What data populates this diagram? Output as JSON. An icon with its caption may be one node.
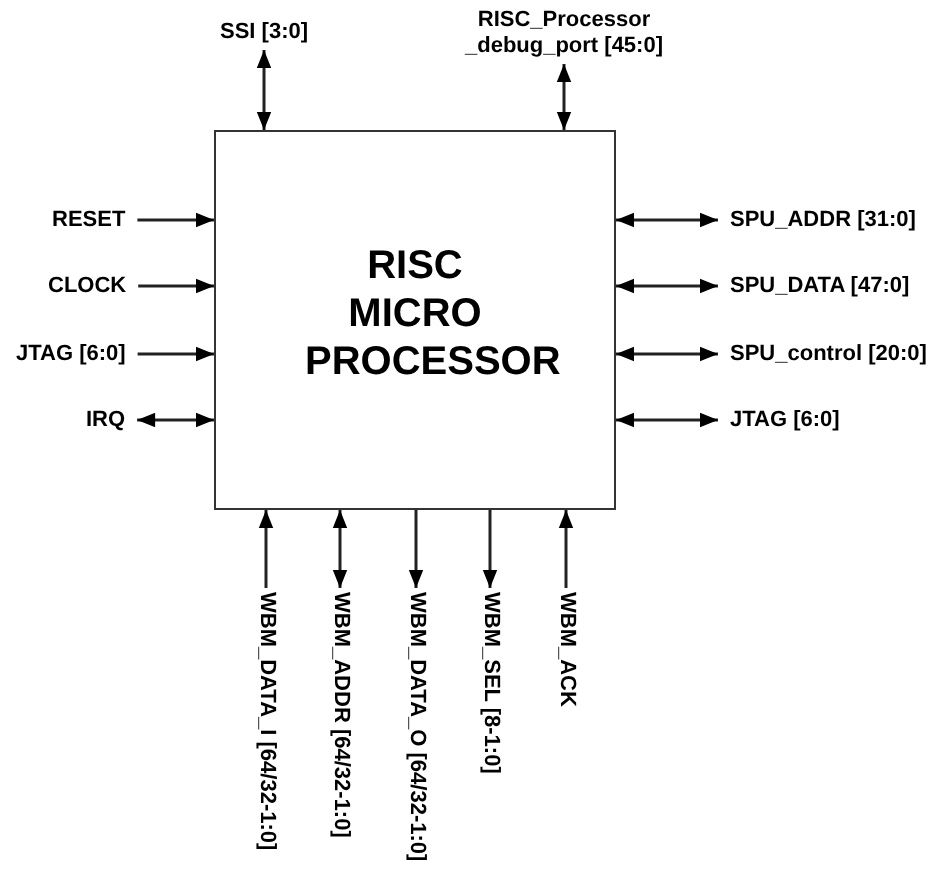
{
  "diagram": {
    "nodes": [
      {
        "text": [
          "RISC MICRO PROCESSOR"
        ]
      },
      {
        "text": [
          "SSI [3:0]"
        ]
      },
      {
        "text": [
          "RISC_Processor _debug_port [45:0]"
        ]
      },
      {
        "text": [
          "RESET"
        ]
      },
      {
        "text": [
          "CLOCK"
        ]
      },
      {
        "text": [
          "JTAG [6:0]"
        ]
      },
      {
        "text": [
          "IRQ"
        ]
      },
      {
        "text": [
          "SPU_ADDR [31:0]"
        ]
      },
      {
        "text": [
          "SPU_DATA [47:0]"
        ]
      },
      {
        "text": [
          "SPU_control [20:0]"
        ]
      },
      {
        "text": [
          "JTAG [6:0]"
        ]
      },
      {
        "text": [
          "WBM_DATA_I [64/32-1:0]"
        ]
      },
      {
        "text": [
          "WBM_ADDR [64/32-1:0]"
        ]
      },
      {
        "text": [
          "WBM_DATA_O [64/32-1:0]"
        ]
      },
      {
        "text": [
          "WBM_SEL [8-1:0]"
        ]
      },
      {
        "text": [
          "WBM_ACK"
        ]
      }
    ],
    "edges": [
      {
        "from": 1,
        "to": 0,
        "arrow": "both"
      },
      {
        "from": 2,
        "to": 0,
        "arrow": "both"
      },
      {
        "from": 3,
        "to": 0,
        "arrow": "to"
      },
      {
        "from": 4,
        "to": 0,
        "arrow": "to"
      },
      {
        "from": 5,
        "to": 0,
        "arrow": "to"
      },
      {
        "from": 6,
        "to": 0,
        "arrow": "both"
      },
      {
        "from": 7,
        "to": 0,
        "arrow": "both"
      },
      {
        "from": 8,
        "to": 0,
        "arrow": "both"
      },
      {
        "from": 9,
        "to": 0,
        "arrow": "both"
      },
      {
        "from": 10,
        "to": 0,
        "arrow": "both"
      },
      {
        "from": 11,
        "to": 0,
        "arrow": "to"
      },
      {
        "from": 12,
        "to": 0,
        "arrow": "both"
      },
      {
        "from": 0,
        "to": 13,
        "arrow": "to"
      },
      {
        "from": 0,
        "to": 14,
        "arrow": "to"
      },
      {
        "from": 15,
        "to": 0,
        "arrow": "to"
      }
    ]
  }
}
